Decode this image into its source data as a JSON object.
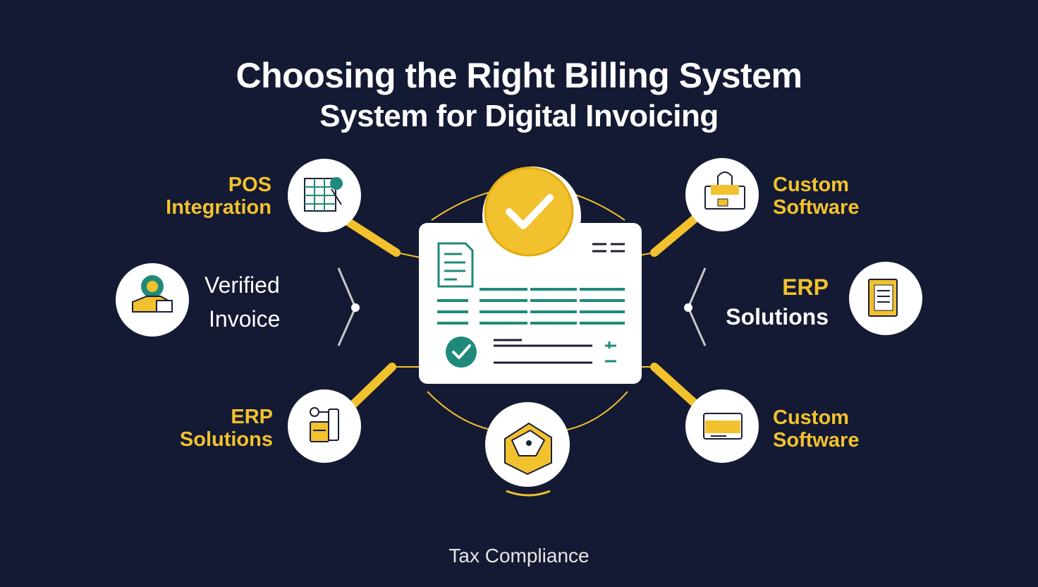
{
  "title": {
    "line1": "Choosing the Right Billing System",
    "line2": "System for Digital Invoicing"
  },
  "nodes": {
    "top_left": {
      "line1": "POS",
      "line2": "Integration",
      "icon": "spreadsheet-icon"
    },
    "mid_left": {
      "line1": "Verified",
      "line2": "Invoice",
      "icon": "verified-badge-icon"
    },
    "bottom_left": {
      "line1": "ERP",
      "line2": "Solutions",
      "icon": "cards-icon"
    },
    "top_right": {
      "line1": "Custom",
      "line2": "Software",
      "icon": "lock-box-icon"
    },
    "mid_right": {
      "line1": "ERP",
      "line2": "Solutions",
      "icon": "document-icon"
    },
    "bottom_right": {
      "line1": "Custom",
      "line2": "Software",
      "icon": "card-icon"
    },
    "bottom_center": {
      "icon": "box-icon"
    }
  },
  "center": {
    "icon": "invoice-document-icon",
    "badge": "checkmark-icon"
  },
  "footer": "Tax Compliance",
  "colors": {
    "background": "#141a33",
    "accent": "#f2c12e",
    "teal": "#1f8a7a",
    "white": "#ffffff"
  }
}
